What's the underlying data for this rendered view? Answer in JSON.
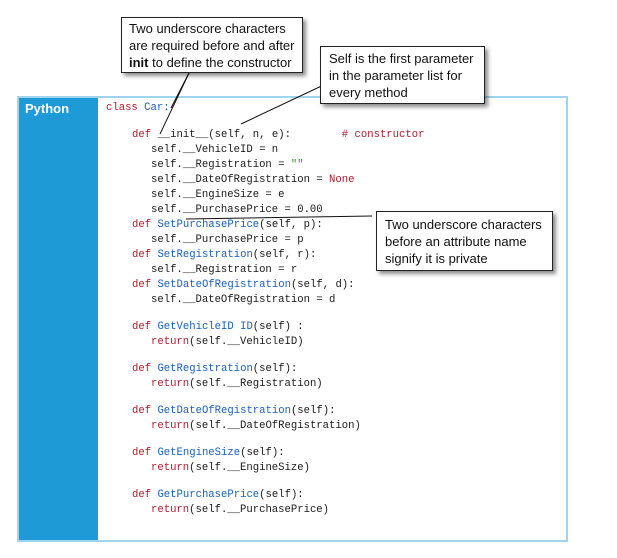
{
  "language_label": "Python",
  "code": {
    "class_kw": "class",
    "class_name": "Car:",
    "lines": [
      {
        "indent": 1,
        "tokens": [
          {
            "t": "def ",
            "c": "kw"
          },
          {
            "t": "__init__(self, n, e):",
            "c": ""
          },
          {
            "t": "        # constructor",
            "c": "cm"
          }
        ]
      },
      {
        "indent": 2,
        "tokens": [
          {
            "t": "self.__VehicleID = n",
            "c": ""
          }
        ]
      },
      {
        "indent": 2,
        "tokens": [
          {
            "t": "self.__Registration = ",
            "c": ""
          },
          {
            "t": "\"\"",
            "c": "str"
          }
        ]
      },
      {
        "indent": 2,
        "tokens": [
          {
            "t": "self.__DateOfRegistration = ",
            "c": ""
          },
          {
            "t": "None",
            "c": "kw"
          }
        ]
      },
      {
        "indent": 2,
        "tokens": [
          {
            "t": "self.__EngineSize = e",
            "c": ""
          }
        ]
      },
      {
        "indent": 2,
        "tokens": [
          {
            "t": "self.__PurchasePrice = 0.00",
            "c": ""
          }
        ]
      },
      {
        "indent": 1,
        "tokens": [
          {
            "t": "def ",
            "c": "kw"
          },
          {
            "t": "SetPurchasePrice",
            "c": "fn"
          },
          {
            "t": "(self, p):",
            "c": ""
          }
        ]
      },
      {
        "indent": 2,
        "tokens": [
          {
            "t": "self.__PurchasePrice = p",
            "c": ""
          }
        ]
      },
      {
        "indent": 1,
        "tokens": [
          {
            "t": "def ",
            "c": "kw"
          },
          {
            "t": "SetRegistration",
            "c": "fn"
          },
          {
            "t": "(self, r):",
            "c": ""
          }
        ]
      },
      {
        "indent": 2,
        "tokens": [
          {
            "t": "self.__Registration = r",
            "c": ""
          }
        ]
      },
      {
        "indent": 1,
        "tokens": [
          {
            "t": "def ",
            "c": "kw"
          },
          {
            "t": "SetDateOfRegistration",
            "c": "fn"
          },
          {
            "t": "(self, d):",
            "c": ""
          }
        ]
      },
      {
        "indent": 2,
        "tokens": [
          {
            "t": "self.__DateOfRegistration = d",
            "c": ""
          }
        ]
      },
      {
        "indent": 0,
        "tokens": []
      },
      {
        "indent": 1,
        "tokens": [
          {
            "t": "def ",
            "c": "kw"
          },
          {
            "t": "GetVehicleID ID",
            "c": "fn"
          },
          {
            "t": "(self) :",
            "c": ""
          }
        ]
      },
      {
        "indent": 2,
        "tokens": [
          {
            "t": "return",
            "c": "kw"
          },
          {
            "t": "(self.__VehicleID)",
            "c": ""
          }
        ]
      },
      {
        "indent": 0,
        "tokens": []
      },
      {
        "indent": 1,
        "tokens": [
          {
            "t": "def ",
            "c": "kw"
          },
          {
            "t": "GetRegistration",
            "c": "fn"
          },
          {
            "t": "(self):",
            "c": ""
          }
        ]
      },
      {
        "indent": 2,
        "tokens": [
          {
            "t": "return",
            "c": "kw"
          },
          {
            "t": "(self.__Registration)",
            "c": ""
          }
        ]
      },
      {
        "indent": 0,
        "tokens": []
      },
      {
        "indent": 1,
        "tokens": [
          {
            "t": "def ",
            "c": "kw"
          },
          {
            "t": "GetDateOfRegistration",
            "c": "fn"
          },
          {
            "t": "(self):",
            "c": ""
          }
        ]
      },
      {
        "indent": 2,
        "tokens": [
          {
            "t": "return",
            "c": "kw"
          },
          {
            "t": "(self.__DateOfRegistration)",
            "c": ""
          }
        ]
      },
      {
        "indent": 0,
        "tokens": []
      },
      {
        "indent": 1,
        "tokens": [
          {
            "t": "def ",
            "c": "kw"
          },
          {
            "t": "GetEngineSize",
            "c": "fn"
          },
          {
            "t": "(self):",
            "c": ""
          }
        ]
      },
      {
        "indent": 2,
        "tokens": [
          {
            "t": "return",
            "c": "kw"
          },
          {
            "t": "(self.__EngineSize)",
            "c": ""
          }
        ]
      },
      {
        "indent": 0,
        "tokens": []
      },
      {
        "indent": 1,
        "tokens": [
          {
            "t": "def ",
            "c": "kw"
          },
          {
            "t": "GetPurchasePrice",
            "c": "fn"
          },
          {
            "t": "(self):",
            "c": ""
          }
        ]
      },
      {
        "indent": 2,
        "tokens": [
          {
            "t": "return",
            "c": "kw"
          },
          {
            "t": "(self.__PurchasePrice)",
            "c": ""
          }
        ]
      }
    ]
  },
  "callouts": {
    "constructor": {
      "line1": "Two underscore characters",
      "line2": "are required before and after",
      "bold": "init",
      "line3_rest": " to define the constructor"
    },
    "self": {
      "line1": "Self is the first parameter",
      "line2": "in the parameter list for",
      "line3": "every method"
    },
    "private": {
      "line1": "Two underscore characters",
      "line2": "before an attribute name",
      "line3": "signify it is private"
    }
  },
  "colors": {
    "sidebar": "#1e9bd6",
    "border": "#9fd4ee",
    "keyword": "#b11a2a",
    "function": "#1a5fbf",
    "string": "#2d9a3a"
  }
}
